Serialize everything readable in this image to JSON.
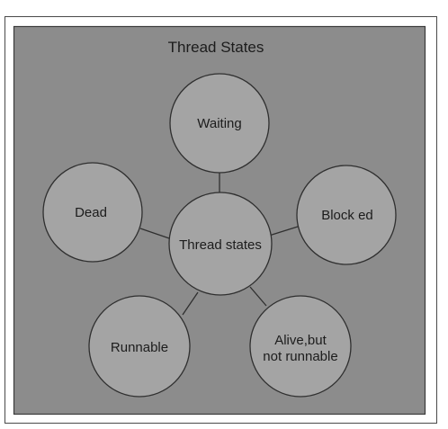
{
  "diagram": {
    "title": "Thread States",
    "center": {
      "label": "Thread states"
    },
    "states": [
      {
        "id": "waiting",
        "lines": [
          "Waiting"
        ]
      },
      {
        "id": "blocked",
        "lines": [
          "Block ed"
        ]
      },
      {
        "id": "alive-not-runnable",
        "lines": [
          "Alive,but",
          "not runnable"
        ]
      },
      {
        "id": "runnable",
        "lines": [
          "Runnable"
        ]
      },
      {
        "id": "dead",
        "lines": [
          "Dead"
        ]
      }
    ]
  },
  "colors": {
    "outer_border": "#4a4a4a",
    "panel_fill": "#8c8c8c",
    "panel_border": "#3a3a3a",
    "circle_fill": "#a4a4a4",
    "circle_stroke": "#2f2f2f",
    "text": "#1c1c1c"
  }
}
